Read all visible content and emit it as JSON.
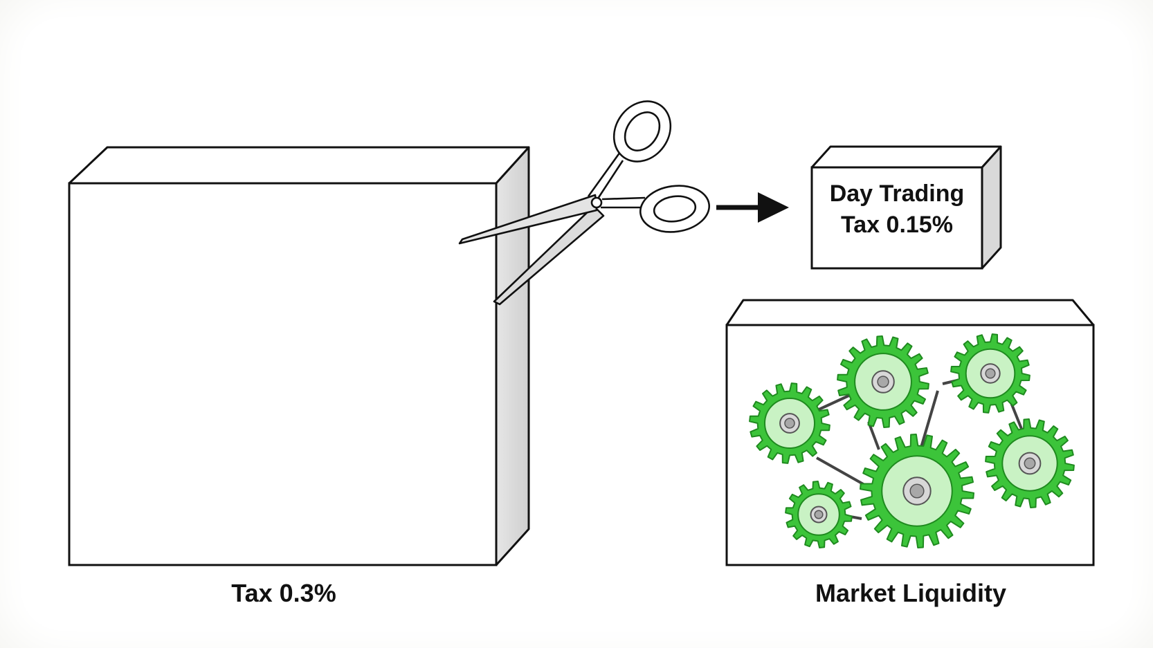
{
  "labels": {
    "big_box": "Tax 0.3%",
    "small_box_line1": "Day Trading",
    "small_box_line2": "Tax 0.15%",
    "gears_box": "Market Liquidity"
  },
  "colors": {
    "gear_fill": "#3cc43a",
    "gear_stroke": "#1f8a1f",
    "gear_face": "#c9f2c4",
    "outline": "#111111",
    "box_side": "#d9d9d9"
  }
}
